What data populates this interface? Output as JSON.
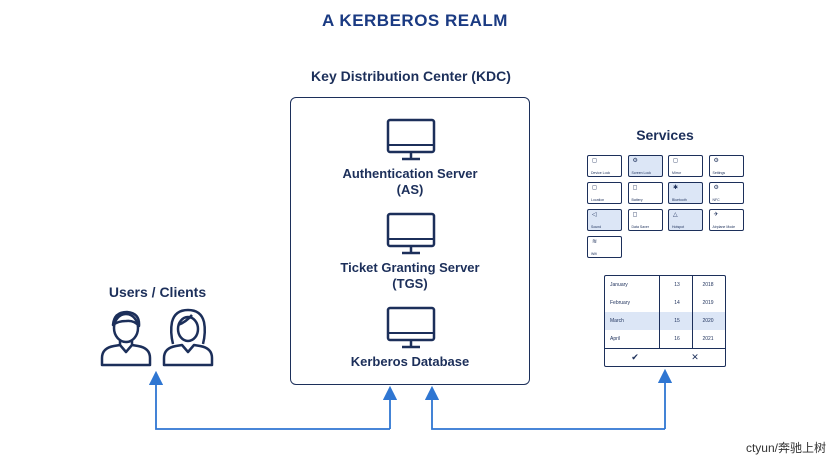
{
  "title": "A KERBEROS REALM",
  "kdc": {
    "label": "Key Distribution Center (KDC)",
    "servers": [
      {
        "name": "Authentication Server",
        "abbr": "(AS)"
      },
      {
        "name": "Ticket Granting Server",
        "abbr": "(TGS)"
      },
      {
        "name": "Kerberos Database",
        "abbr": ""
      }
    ]
  },
  "users": {
    "label": "Users / Clients"
  },
  "services": {
    "label": "Services",
    "tiles": [
      {
        "icon": "◻",
        "label": "Device Lock",
        "active": false
      },
      {
        "icon": "⚙",
        "label": "Screen Lock",
        "active": true
      },
      {
        "icon": "◻",
        "label": "Mirror",
        "active": false
      },
      {
        "icon": "⚙",
        "label": "Settings",
        "active": false
      },
      {
        "icon": "◻",
        "label": "Location",
        "active": false
      },
      {
        "icon": "◻",
        "label": "Battery",
        "active": false
      },
      {
        "icon": "✱",
        "label": "Bluetooth",
        "active": true
      },
      {
        "icon": "⚙",
        "label": "NFC",
        "active": false
      },
      {
        "icon": "◁",
        "label": "Sound",
        "active": true
      },
      {
        "icon": "◻",
        "label": "Data Saver",
        "active": false
      },
      {
        "icon": "△",
        "label": "Hotspot",
        "active": true
      },
      {
        "icon": "✈",
        "label": "Airplane Mode",
        "active": false
      },
      {
        "icon": "≋",
        "label": "Wifi",
        "active": false
      }
    ],
    "picker": {
      "rows": [
        {
          "month": "January",
          "day": "13",
          "year": "2018",
          "selected": false
        },
        {
          "month": "February",
          "day": "14",
          "year": "2019",
          "selected": false
        },
        {
          "month": "March",
          "day": "15",
          "year": "2020",
          "selected": true
        },
        {
          "month": "April",
          "day": "16",
          "year": "2021",
          "selected": false
        }
      ],
      "confirm": "✔",
      "cancel": "✕"
    }
  },
  "colors": {
    "primary": "#1c2f5a",
    "title": "#1a3a82",
    "arrow": "#2f76d2",
    "highlight": "#dce6f6"
  },
  "watermark": "ctyun/奔驰上树"
}
